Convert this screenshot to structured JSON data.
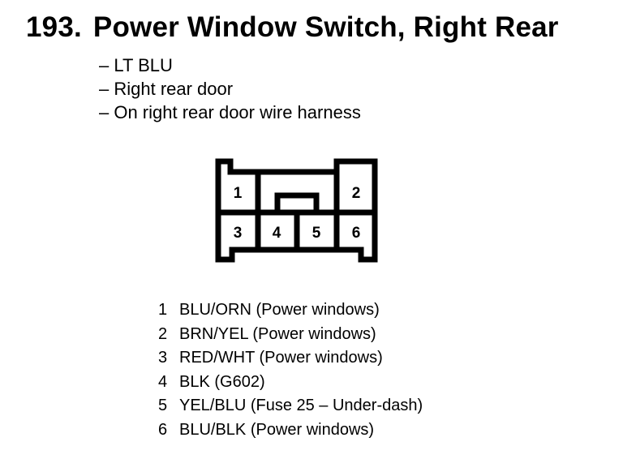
{
  "header": {
    "number": "193.",
    "title": "Power Window Switch, Right Rear"
  },
  "info": {
    "color": "– LT BLU",
    "location": "– Right rear door",
    "harness": "– On right rear door wire harness"
  },
  "connector": {
    "cavities": [
      "1",
      "2",
      "3",
      "4",
      "5",
      "6"
    ]
  },
  "pins": [
    {
      "number": "1",
      "description": "BLU/ORN (Power windows)"
    },
    {
      "number": "2",
      "description": "BRN/YEL (Power windows)"
    },
    {
      "number": "3",
      "description": "RED/WHT (Power windows)"
    },
    {
      "number": "4",
      "description": "BLK (G602)"
    },
    {
      "number": "5",
      "description": "YEL/BLU (Fuse 25 – Under-dash)"
    },
    {
      "number": "6",
      "description": "BLU/BLK (Power windows)"
    }
  ]
}
